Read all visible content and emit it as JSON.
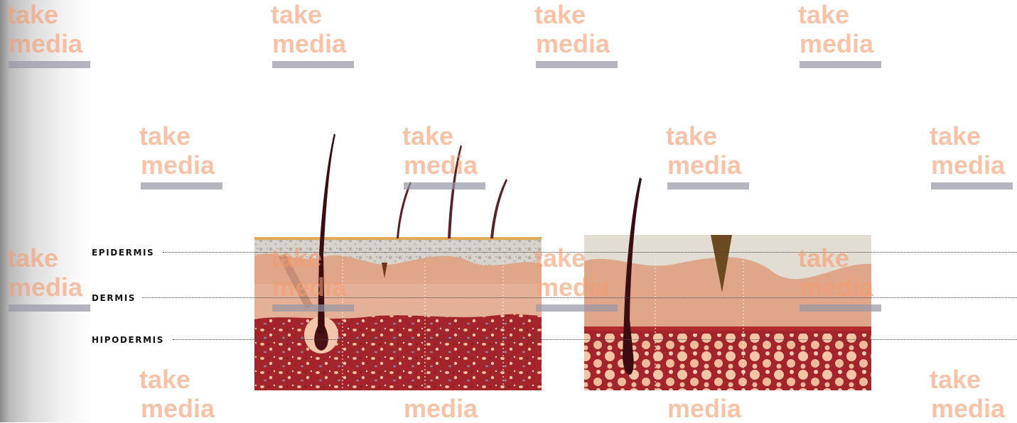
{
  "labels": {
    "epidermis": "EPIDERMIS",
    "dermis": "DERMIS",
    "hypodermis": "HIPODERMIS"
  },
  "watermark": {
    "line1": "take",
    "line2": "media"
  },
  "colors": {
    "epidermis": "#d9d5cc",
    "dermis": "#e2a88b",
    "hypodermis": "#a4242b",
    "fat_cells": "#f3c9a4",
    "hair": "#3b0d10",
    "watermark_text": "#f59b6e",
    "watermark_bar": "#9696a5"
  }
}
